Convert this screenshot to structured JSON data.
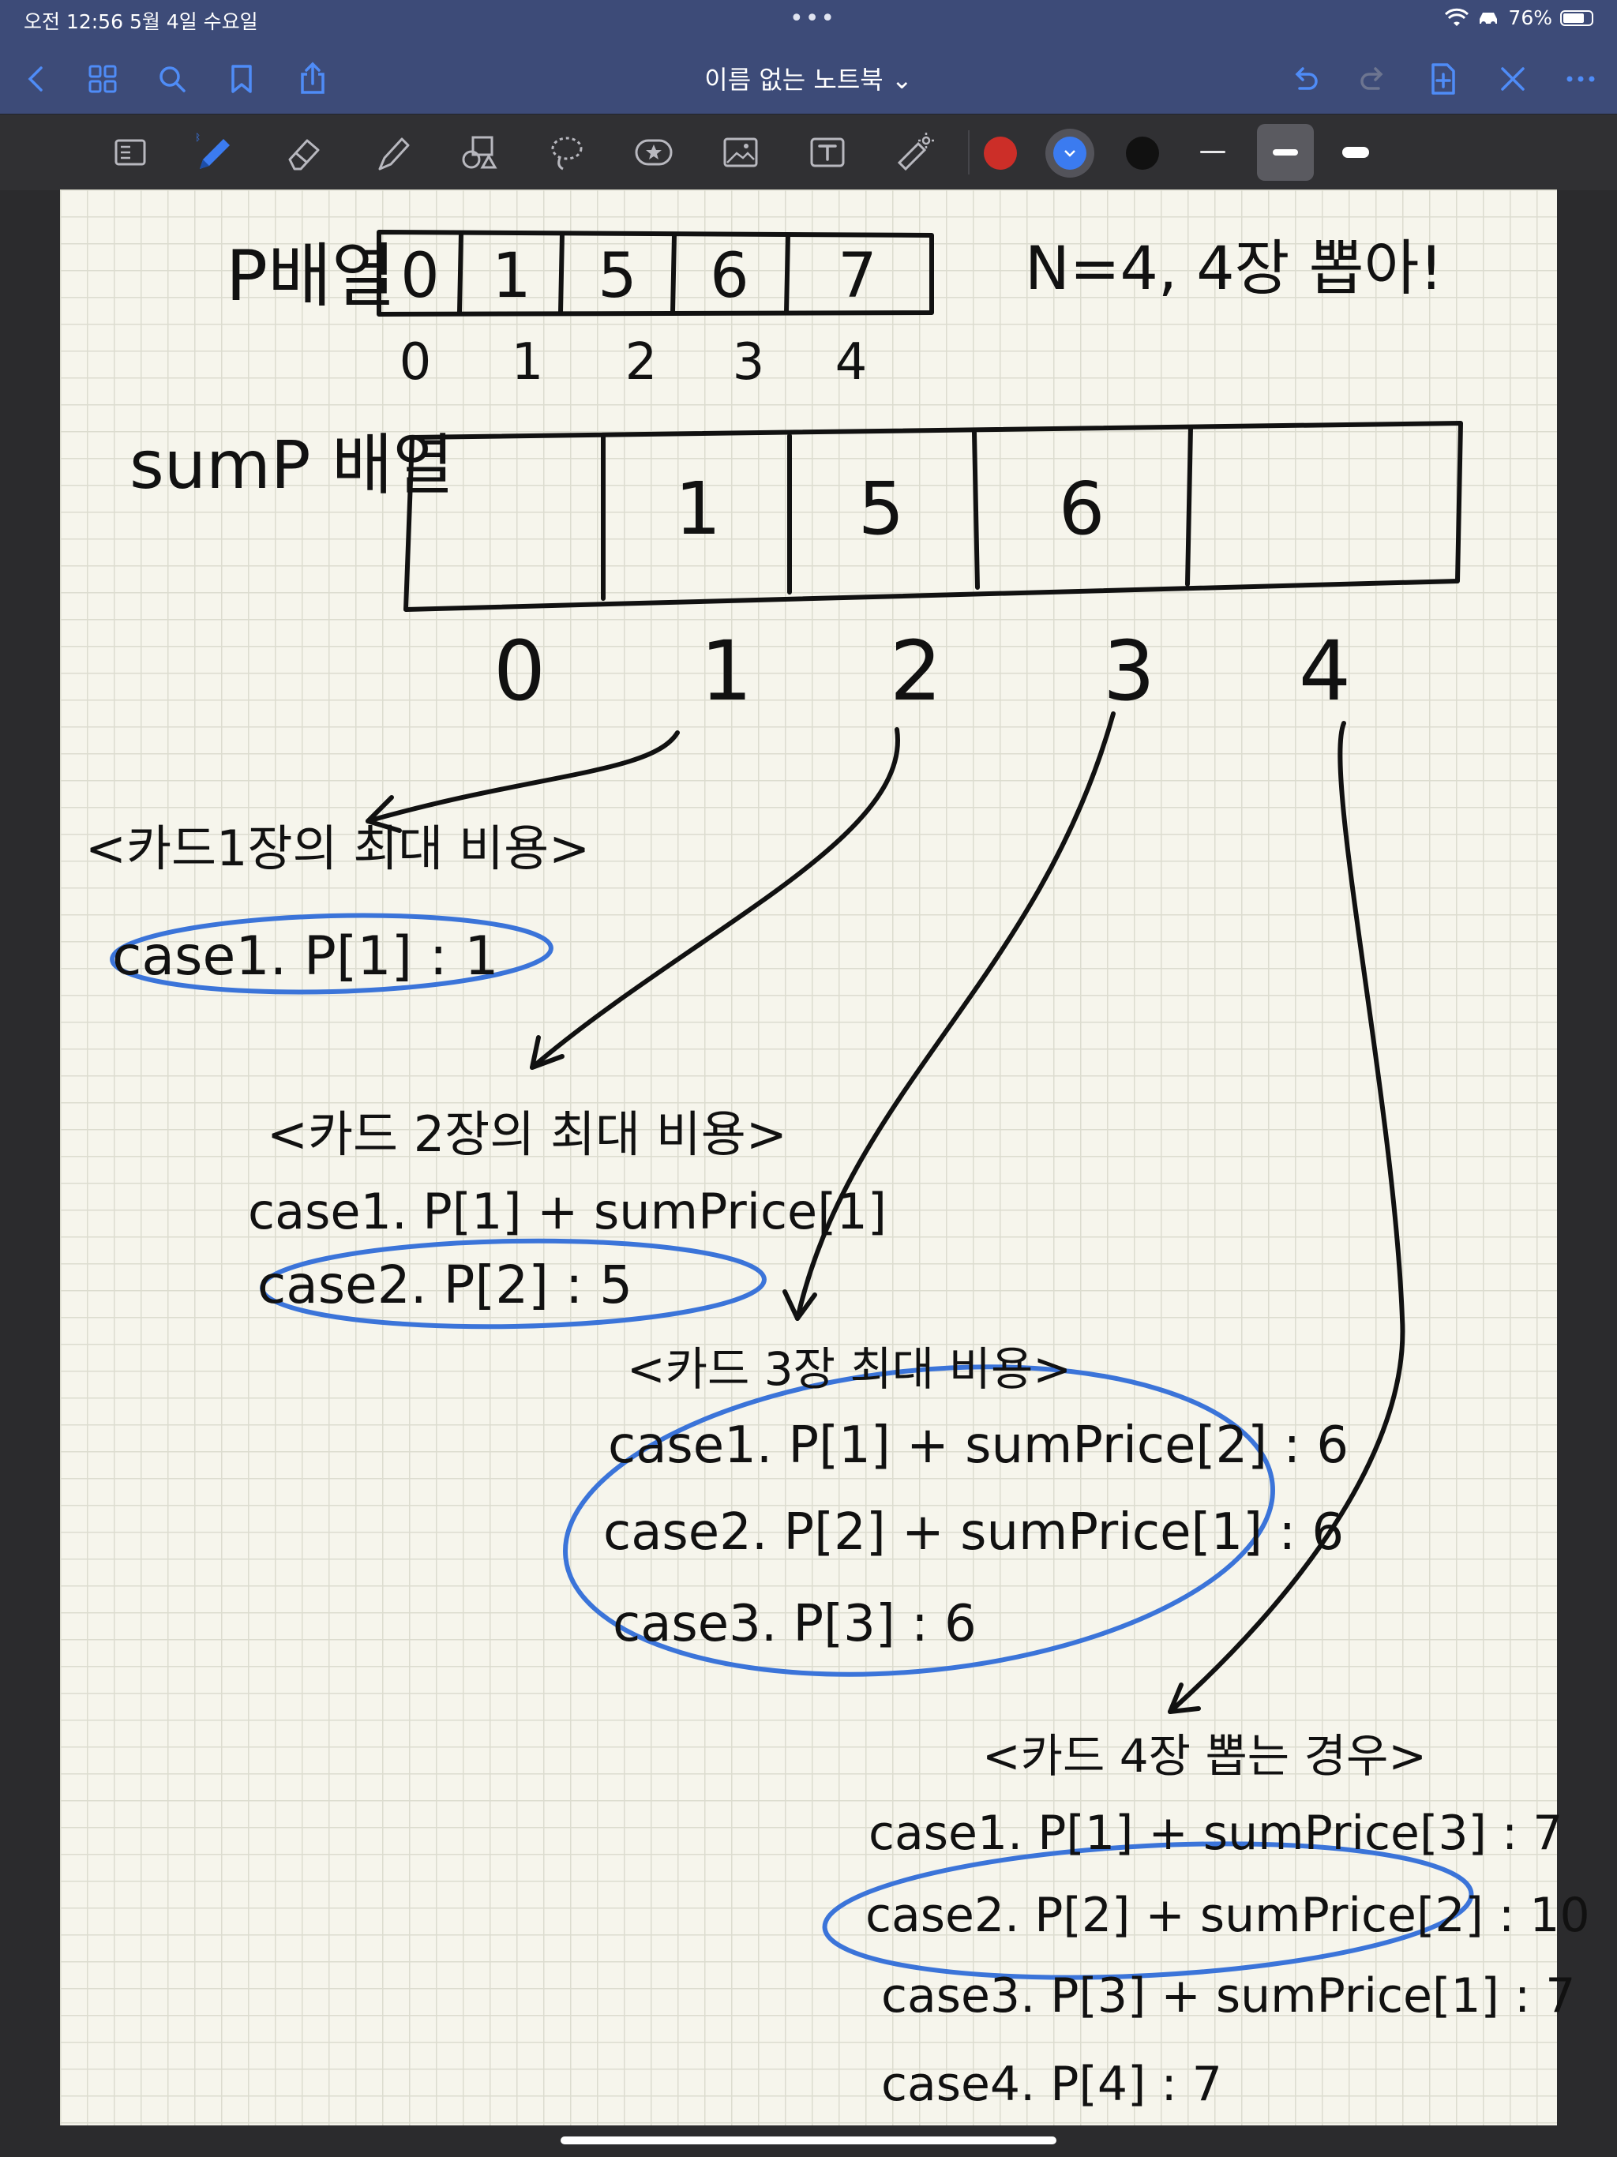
{
  "status_bar": {
    "time_date": "오전 12:56   5월 4일 수요일",
    "battery_text": "76%",
    "battery_level": 0.76,
    "dots": "•••"
  },
  "nav": {
    "title": "이름 없는 노트북 ⌄",
    "icons": [
      "back-icon",
      "grid-icon",
      "search-icon",
      "bookmark-icon",
      "share-icon",
      "undo-icon",
      "redo-icon",
      "add-page-icon",
      "close-icon",
      "more-icon"
    ]
  },
  "toolbar": {
    "tools": [
      "page-layout-icon",
      "pen-icon",
      "eraser-icon",
      "highlighter-icon",
      "shapes-icon",
      "lasso-icon",
      "sticker-icon",
      "image-icon",
      "text-icon",
      "laser-pointer-icon"
    ],
    "colors": [
      "#cc2e28",
      "#3b7bf0",
      "#111111"
    ],
    "active_color": "#3b7bf0"
  },
  "notes": {
    "p_label": "P배열",
    "p_values": [
      "0",
      "1",
      "5",
      "6",
      "7"
    ],
    "p_indices": [
      "0",
      "1",
      "2",
      "3",
      "4"
    ],
    "n_note": "N=4, 4장 뽑아!",
    "sump_label": "sumP 배열",
    "sump_values": [
      "",
      "1",
      "5",
      "6",
      ""
    ],
    "sump_indices": [
      "0",
      "1",
      "2",
      "3",
      "4"
    ],
    "card1_title": "<카드1장의 최대 비용>",
    "card1_case1": "case1. P[1] : 1",
    "card2_title": "<카드 2장의 최대 비용>",
    "card2_case1": "case1. P[1] + sumPrice[1]",
    "card2_case2": "case2. P[2]   : 5",
    "card3_title": "<카드 3장 최대 비용>",
    "card3_case1": "case1. P[1] + sumPrice[2] : 6",
    "card3_case2": "case2. P[2] + sumPrice[1] : 6",
    "card3_case3": "case3. P[3] : 6",
    "card4_title": "<카드 4장 뽑는 경우>",
    "card4_case1": "case1. P[1] + sumPrice[3] : 7",
    "card4_case2": "case2. P[2] + sumPrice[2] : 10",
    "card4_case3": "case3. P[3] + sumPrice[1] : 7",
    "card4_case4": "case4. P[4]          : 7"
  }
}
